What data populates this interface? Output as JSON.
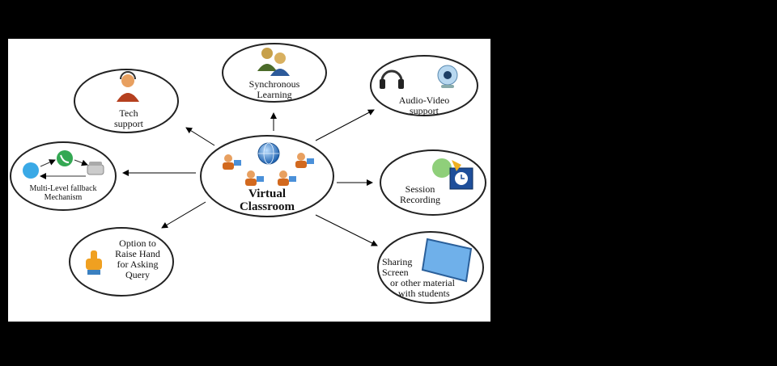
{
  "diagram": {
    "center": {
      "title_line1": "Virtual",
      "title_line2": "Classroom"
    },
    "nodes": {
      "tech_support": {
        "line1": "Tech",
        "line2": "support"
      },
      "synchronous": {
        "line1": "Synchronous",
        "line2": "Learning"
      },
      "audio_video": {
        "line1": "Audio-Video",
        "line2": "support"
      },
      "fallback": {
        "line1": "Multi-Level fallback",
        "line2": "Mechanism"
      },
      "session_recording": {
        "line1": "Session",
        "line2": "Recording"
      },
      "raise_hand": {
        "line1": "Option to",
        "line2": "Raise Hand",
        "line3": "for Asking",
        "line4": "Query"
      },
      "sharing_screen": {
        "line1": "Sharing",
        "line2": "Screen",
        "line3": "or other material",
        "line4": "with students"
      }
    },
    "icons": [
      "globe-icon",
      "student-icon",
      "headset-operator-icon",
      "users-icon",
      "headphones-icon",
      "webcam-icon",
      "skype-icon",
      "phone-icon",
      "telephone-icon",
      "recording-icon",
      "hand-pointer-icon",
      "monitor-icon"
    ]
  }
}
